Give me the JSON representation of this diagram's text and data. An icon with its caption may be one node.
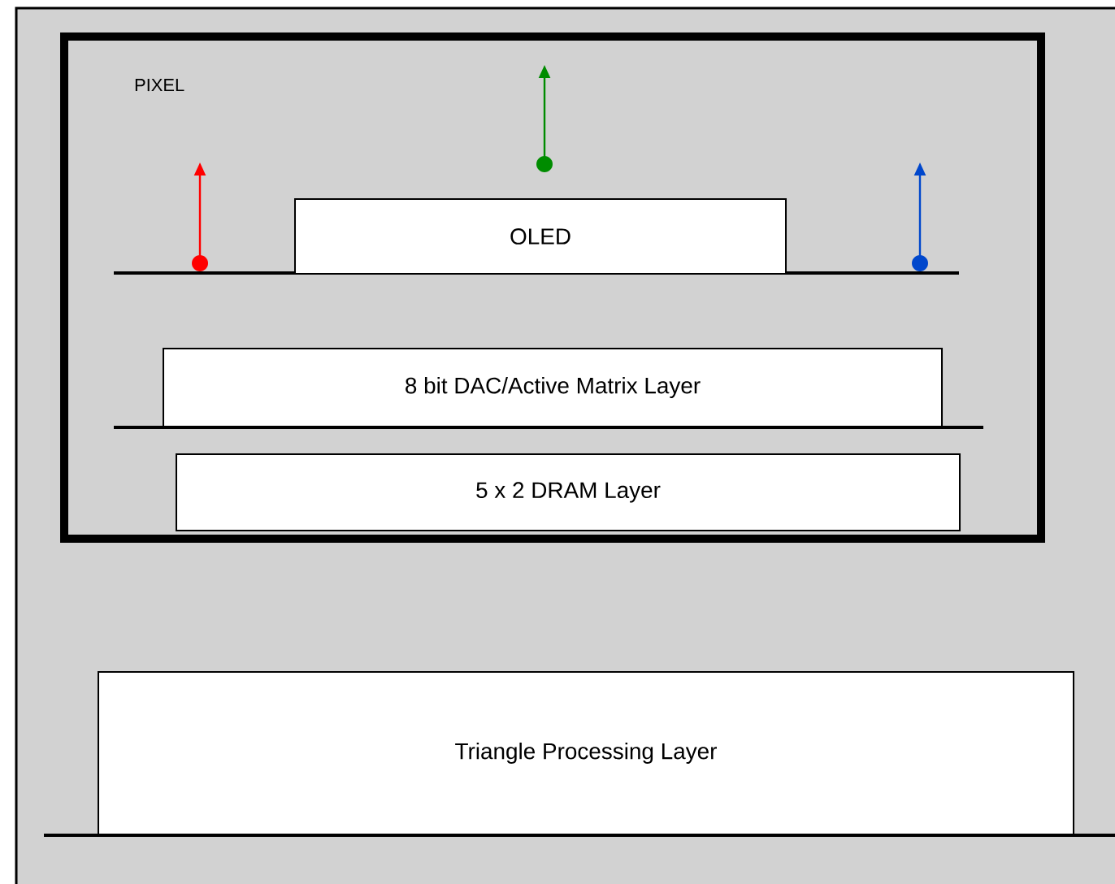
{
  "diagram": {
    "nodes": [
      {
        "text": [
          "PIXEL"
        ]
      },
      {
        "text": [
          "OLED"
        ],
        "in": 0
      },
      {
        "text": [
          "8 bit DAC/Active Matrix Layer"
        ],
        "in": 0
      },
      {
        "text": [
          "5 x 2 DRAM Layer"
        ],
        "in": 0
      },
      {
        "text": [
          "Triangle Processing Layer"
        ]
      }
    ]
  }
}
